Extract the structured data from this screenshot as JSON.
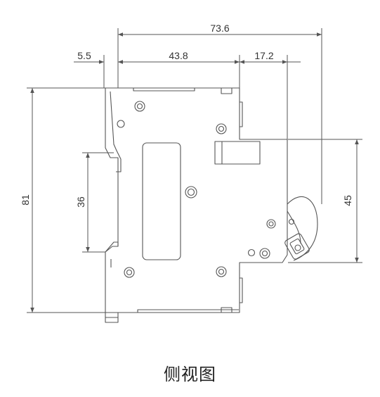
{
  "dimensions": {
    "overall_width": "73.6",
    "left_offset": "5.5",
    "body_depth": "43.8",
    "front_depth": "17.2",
    "height": "81",
    "rail_height": "36",
    "front_height": "45"
  },
  "caption": "侧视图",
  "colors": {
    "outline": "#555555",
    "dimension": "#555555",
    "text": "#333333",
    "background": "#ffffff"
  }
}
